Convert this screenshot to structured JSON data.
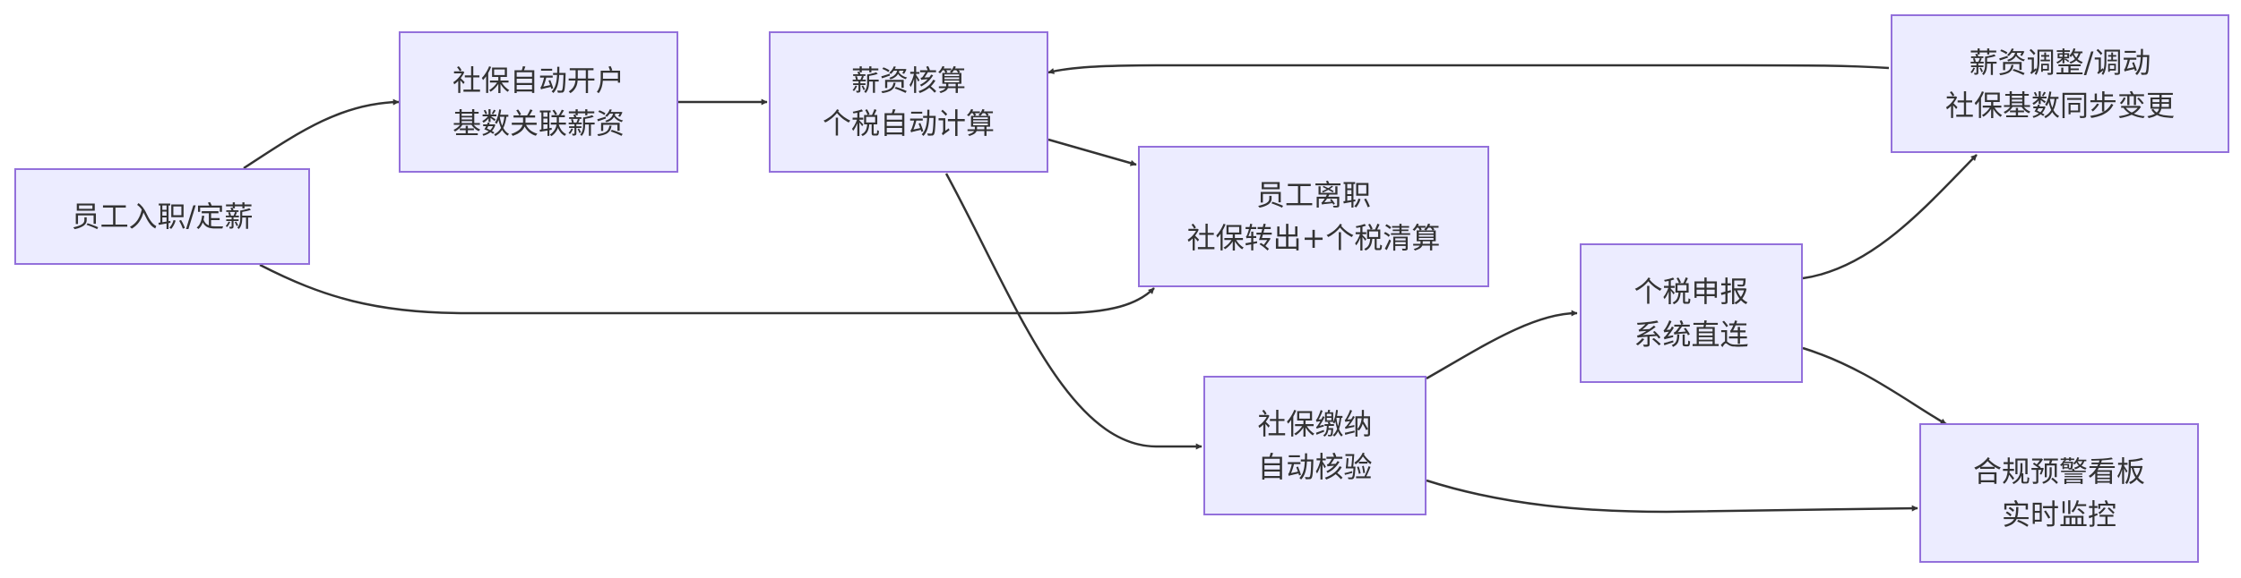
{
  "diagram": {
    "type": "flowchart",
    "nodes": {
      "onboard": {
        "lines": [
          "员工入职/定薪"
        ]
      },
      "social_open": {
        "lines": [
          "社保自动开户",
          "基数关联薪资"
        ]
      },
      "payroll": {
        "lines": [
          "薪资核算",
          "个税自动计算"
        ]
      },
      "resign": {
        "lines": [
          "员工离职",
          "社保转出+个税清算"
        ]
      },
      "social_pay": {
        "lines": [
          "社保缴纳",
          "自动核验"
        ]
      },
      "tax_report": {
        "lines": [
          "个税申报",
          "系统直连"
        ]
      },
      "adjust": {
        "lines": [
          "薪资调整/调动",
          "社保基数同步变更"
        ]
      },
      "dashboard": {
        "lines": [
          "合规预警看板",
          "实时监控"
        ]
      }
    },
    "edges": [
      {
        "from": "onboard",
        "to": "social_open"
      },
      {
        "from": "onboard",
        "to": "resign"
      },
      {
        "from": "social_open",
        "to": "payroll"
      },
      {
        "from": "payroll",
        "to": "resign"
      },
      {
        "from": "payroll",
        "to": "social_pay"
      },
      {
        "from": "social_pay",
        "to": "tax_report"
      },
      {
        "from": "social_pay",
        "to": "dashboard"
      },
      {
        "from": "tax_report",
        "to": "adjust"
      },
      {
        "from": "tax_report",
        "to": "dashboard"
      },
      {
        "from": "adjust",
        "to": "payroll"
      }
    ],
    "colors": {
      "node_fill": "#ececff",
      "node_border": "#9370db",
      "text": "#333333",
      "edge": "#333333"
    }
  }
}
